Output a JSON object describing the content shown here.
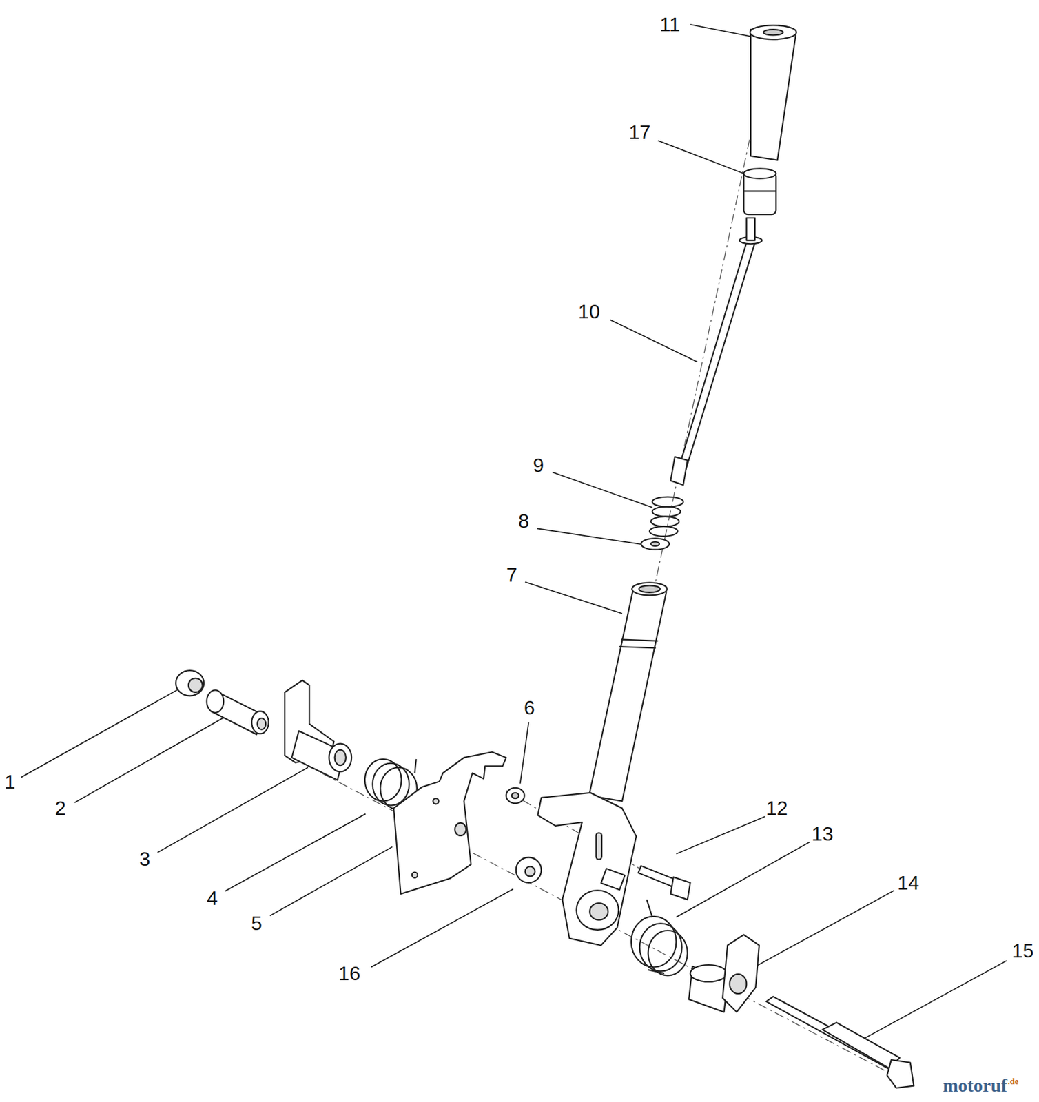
{
  "diagram": {
    "labels": [
      "11",
      "17",
      "10",
      "9",
      "8",
      "7",
      "6",
      "12",
      "13",
      "14",
      "15",
      "1",
      "2",
      "3",
      "4",
      "5",
      "16",
      "motoruf",
      ".de"
    ]
  }
}
